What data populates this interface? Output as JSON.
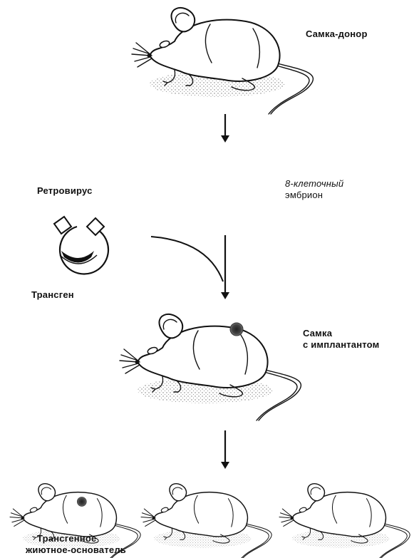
{
  "labels": {
    "donor": "Самка-донор",
    "retrovirus": "Ретровирус",
    "embryo_line1": "8-клеточный",
    "embryo_line2": "эмбрион",
    "transgene": "Трансген",
    "implant_line1": "Самка",
    "implant_line2": "с имплантантом",
    "founder_line1": "Трансгенное",
    "founder_line2": "жиютное-основатель"
  },
  "colors": {
    "ink": "#111111",
    "shadow_dots": "#777777",
    "background": "#ffffff"
  },
  "icons": [
    "mouse-drawing",
    "retrovirus-vector",
    "transgene-insert",
    "embryo-spot",
    "down-arrow"
  ]
}
